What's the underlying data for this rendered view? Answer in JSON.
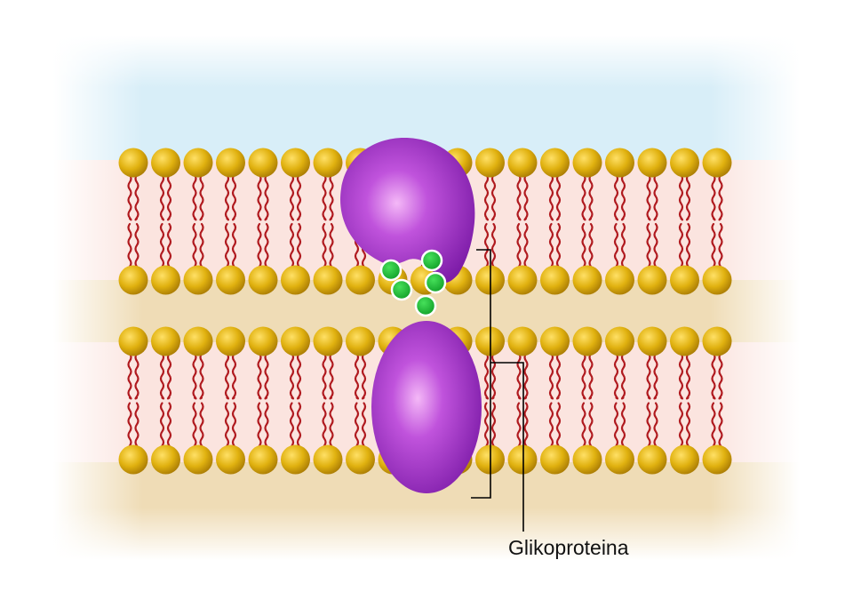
{
  "label": {
    "text": "Glikoproteina"
  },
  "colors": {
    "background": "#ffffff",
    "extracellular": "#d8eef8",
    "membrane_band": "#fbe4df",
    "intracellular": "#efdcb6",
    "lipid_head": "#d2a00c",
    "lipid_tail": "#b01a1f",
    "protein": "#9a2fc2",
    "ligand": "#1fbf3a",
    "leader_line": "#000000"
  },
  "icons": {
    "protein": "glycoprotein-shape",
    "ligand": "green-molecule-circle",
    "lipid": "phospholipid-icon"
  }
}
